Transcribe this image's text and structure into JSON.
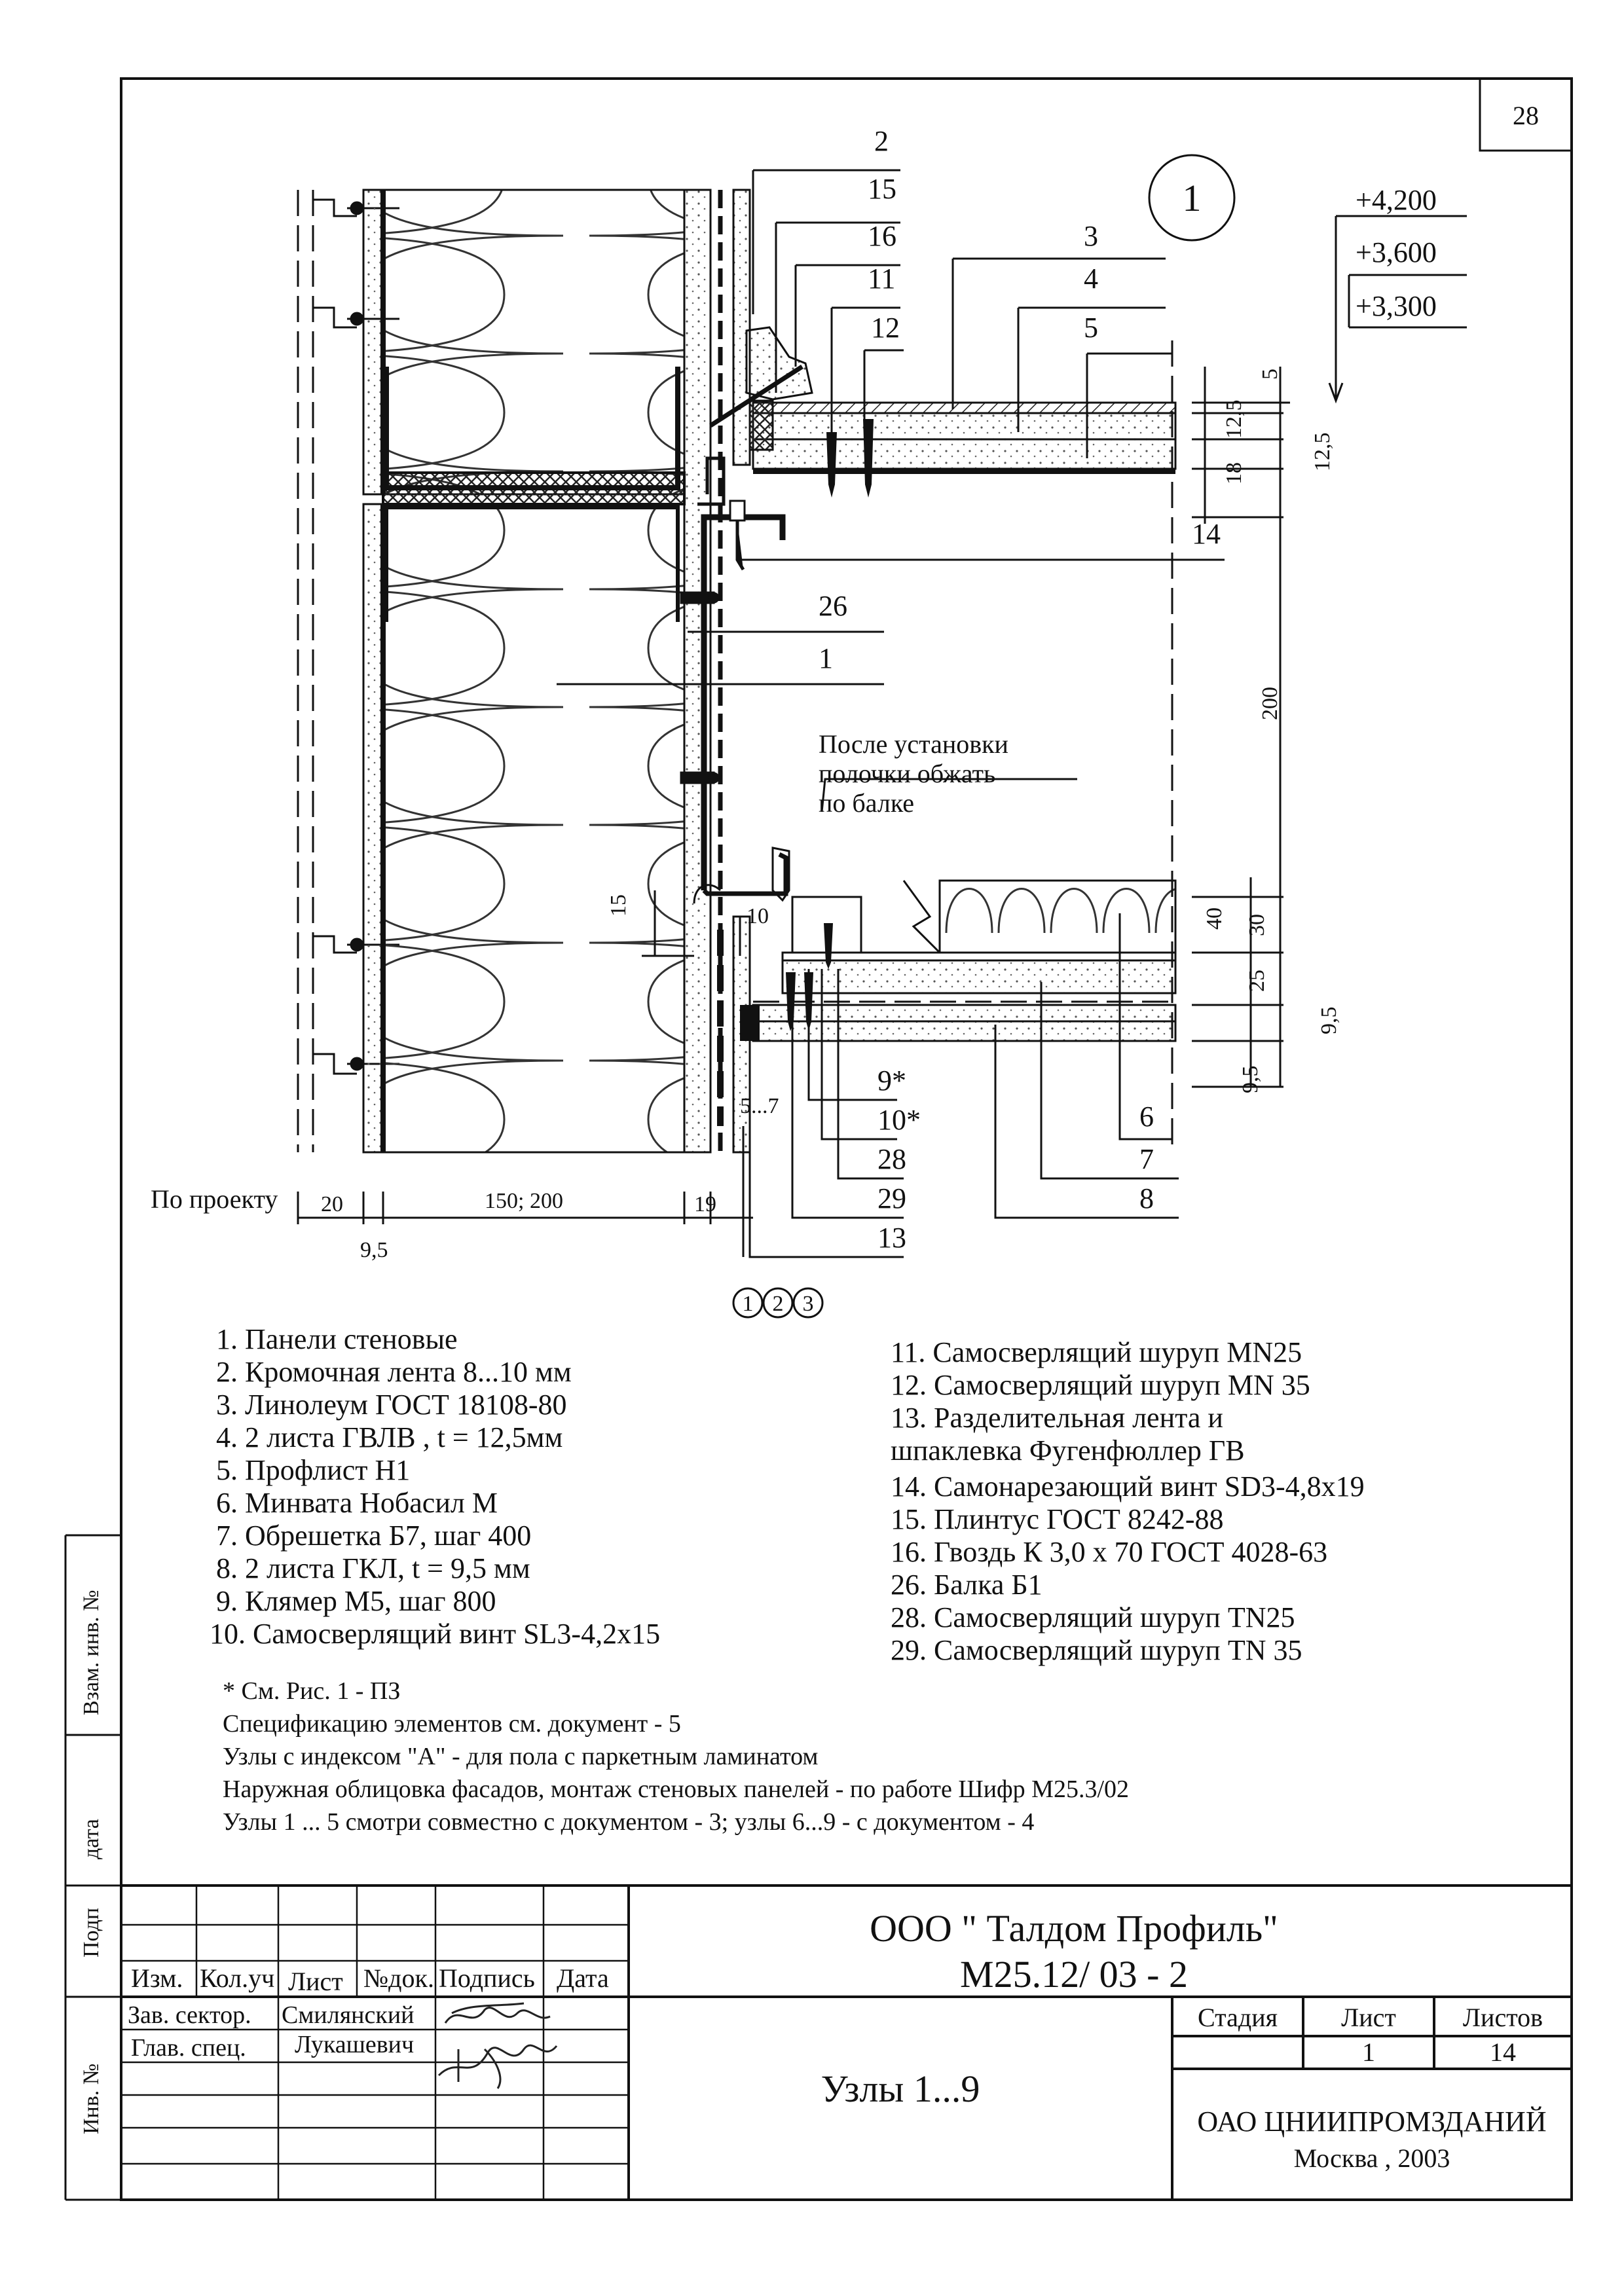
{
  "sheet": {
    "number": "28",
    "node_badge": "1"
  },
  "elevations": [
    "+4,200",
    "+3,600",
    "+3,300"
  ],
  "callouts": {
    "c2": "2",
    "c15": "15",
    "c16": "16",
    "c11": "11",
    "c12": "12",
    "c3": "3",
    "c4": "4",
    "c5": "5",
    "c14": "14",
    "c26": "26",
    "c1": "1",
    "c9": "9*",
    "c10": "10*",
    "c28": "28",
    "c29": "29",
    "c13": "13",
    "c6": "6",
    "c7": "7",
    "c8": "8"
  },
  "note": [
    "После установки",
    "полочки обжать",
    "по балке"
  ],
  "dims": {
    "d5": "5",
    "d125a": "12,5",
    "d18": "18",
    "d125b": "12,5",
    "d200": "200",
    "d40": "40",
    "d30": "30",
    "d25": "25",
    "d95a": "9,5",
    "d95b": "9,5",
    "d15": "15",
    "d10": "10",
    "d5_7": "5...7",
    "po_proektu": "По проекту",
    "d20": "20",
    "d150_200": "150; 200",
    "d19": "19",
    "d95c": "9,5"
  },
  "section_marks": [
    "1",
    "2",
    "3"
  ],
  "legend_left": [
    "1. Панели стеновые",
    "2. Кромочная лента 8...10 мм",
    "3. Линолеум ГОСТ 18108-80",
    "4. 2 листа ГВЛВ , t = 12,5мм",
    "5. Профлист Н1",
    "6. Минвата Нобасил М",
    "7. Обрешетка Б7, шаг 400",
    "8. 2 листа ГКЛ,  t = 9,5 мм",
    "9.  Клямер М5, шаг 800",
    "10. Самосверлящий винт SL3-4,2x15"
  ],
  "legend_right": [
    "11. Самосверлящий шуруп MN25",
    "12. Самосверлящий шуруп MN 35",
    "13. Разделительная лента и",
    "      шпаклевка Фугенфюллер ГВ",
    "14. Самонарезающий   винт SD3-4,8x19",
    "15. Плинтус ГОСТ 8242-88",
    "16. Гвоздь К 3,0 х 70 ГОСТ 4028-63",
    "26. Балка Б1",
    "28. Самосверлящий шуруп TN25",
    "29. Самосверлящий шуруп TN 35"
  ],
  "notes": [
    "* См. Рис. 1 - ПЗ",
    "Спецификацию элементов см. документ  - 5",
    "Узлы с индексом \"А\" - для пола с паркетным ламинатом",
    "Наружная облицовка фасадов,  монтаж стеновых панелей -  по работе Шифр М25.3/02",
    "Узлы 1 ... 5 смотри совместно с документом - 3; узлы 6...9 - с документом - 4"
  ],
  "side_labels": {
    "inv": "Взам. инв. №",
    "date": "дата",
    "sign": "Подп",
    "inv_no": "Инв. №"
  },
  "title_block": {
    "company": "ООО \" Талдом  Профиль\"",
    "doc_code": "М25.12/ 03 - 2",
    "title": "Узлы 1...9",
    "col_izm": "Изм.",
    "col_kol": "Кол.уч",
    "col_list": "Лист",
    "col_ndok": "№док.",
    "col_podp": "Подпись",
    "col_data": "Дата",
    "role1": "Зав. сектор.",
    "name1": "Смилянский",
    "role2": "Глав. спец.",
    "name2": "Лукашевич",
    "stage_label": "Стадия",
    "sheet_label": "Лист",
    "sheets_label": "Листов",
    "sheet_value": "1",
    "sheets_value": "14",
    "org": "ОАО ЦНИИПРОМЗДАНИЙ",
    "city_year": "Москва , 2003"
  }
}
